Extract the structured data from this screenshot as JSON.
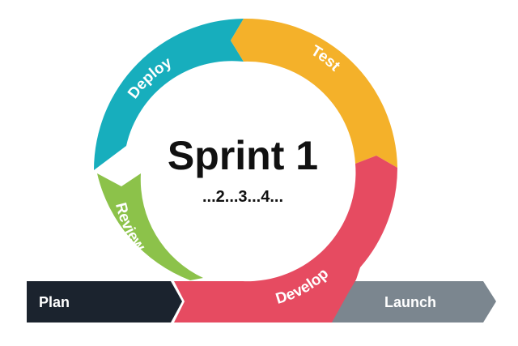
{
  "diagram": {
    "title": "Sprint 1",
    "subtitle": "...2...3...4...",
    "stages": {
      "plan": "Plan",
      "develop": "Develop",
      "test": "Test",
      "deploy": "Deploy",
      "review": "Review",
      "launch": "Launch"
    },
    "colors": {
      "plan": "#1b232e",
      "develop": "#e64b61",
      "test": "#f4b12a",
      "deploy": "#17aebd",
      "review": "#8cc24a",
      "launch": "#7b868f"
    }
  }
}
